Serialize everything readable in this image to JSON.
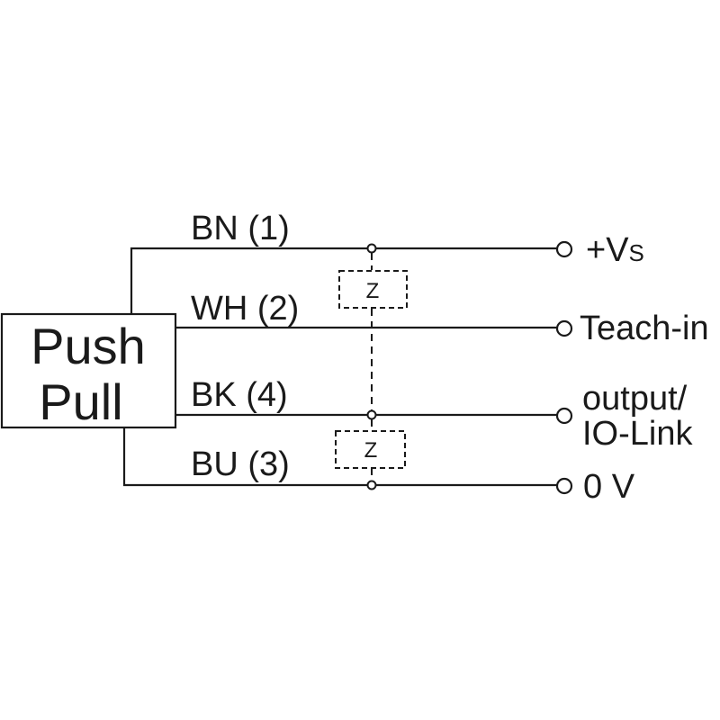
{
  "block": {
    "line1": "Push",
    "line2": "Pull"
  },
  "wires": [
    {
      "id": "bn",
      "label": "BN (1)",
      "terminal": "+V",
      "terminal_sub": "S"
    },
    {
      "id": "wh",
      "label": "WH (2)",
      "terminal": "Teach-in"
    },
    {
      "id": "bk",
      "label": "BK (4)",
      "terminal_line1": "output/",
      "terminal_line2": "IO-Link"
    },
    {
      "id": "bu",
      "label": "BU (3)",
      "terminal": "0 V"
    }
  ],
  "loads": [
    {
      "label": "Z"
    },
    {
      "label": "Z"
    }
  ],
  "colors": {
    "line": "#1a1a1a",
    "background": "#ffffff"
  }
}
